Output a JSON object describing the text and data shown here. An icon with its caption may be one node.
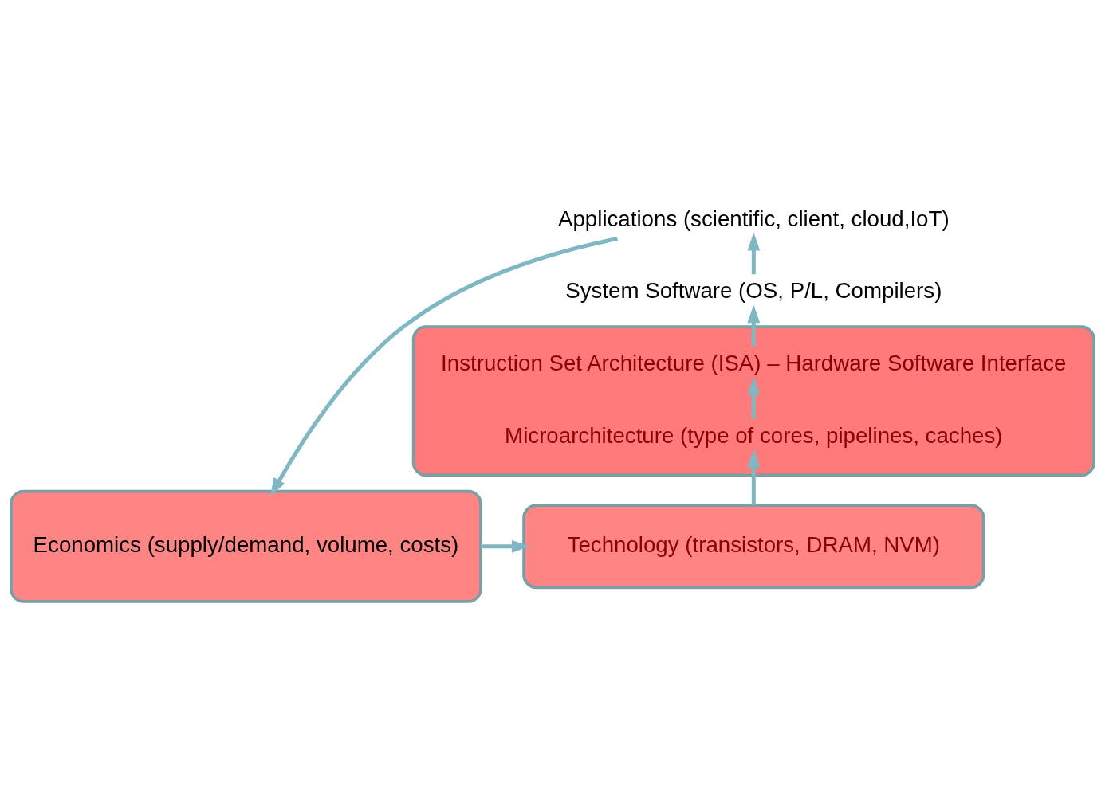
{
  "diagram": {
    "nodes": [
      {
        "text": [
          "Applications (scientific, client, cloud,IoT)"
        ]
      },
      {
        "text": [
          "System Software (OS, P/L, Compilers)"
        ]
      },
      {
        "text": [],
        "shape": "box"
      },
      {
        "text": [
          "Instruction Set Architecture (ISA) – Hardware Software Interface"
        ],
        "in": 2
      },
      {
        "text": [
          "Microarchitecture (type of cores, pipelines, caches)"
        ],
        "in": 2
      },
      {
        "text": [
          "Technology (transistors, DRAM, NVM)"
        ]
      },
      {
        "text": [
          "Economics (supply/demand, volume, costs)"
        ]
      }
    ],
    "edges": [
      {
        "from": 1,
        "to": 0,
        "arrow": "to"
      },
      {
        "from": 3,
        "to": 1,
        "arrow": "to"
      },
      {
        "from": 4,
        "to": 3,
        "arrow": "to"
      },
      {
        "from": 5,
        "to": 4,
        "arrow": "to"
      },
      {
        "from": 0,
        "to": 6,
        "arrow": "to"
      },
      {
        "from": 6,
        "to": 5,
        "arrow": "to"
      }
    ]
  }
}
